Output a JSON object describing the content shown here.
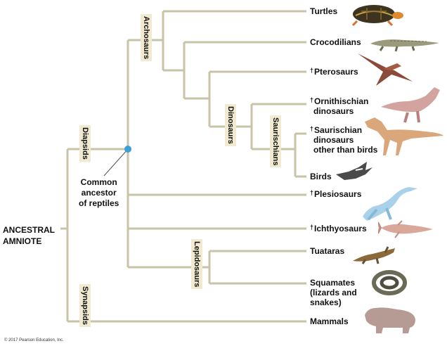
{
  "root_label": [
    "ANCESTRAL",
    "AMNIOTE"
  ],
  "clades": {
    "archosaurs": "Archosaurs",
    "dinosaurs": "Dinosaurs",
    "saurischians": "Saurischians",
    "diapsids": "Diapsids",
    "lepidosaurs": "Lepidosaurs",
    "synapsids": "Synapsids"
  },
  "callout": [
    "Common",
    "ancestor",
    "of reptiles"
  ],
  "taxa": {
    "turtles": [
      "Turtles"
    ],
    "crocodilians": [
      "Crocodilians"
    ],
    "pterosaurs": [
      "Pterosaurs"
    ],
    "ornithischian": [
      "Ornithischian",
      "dinosaurs"
    ],
    "saurischian": [
      "Saurischian",
      "dinosaurs",
      "other than birds"
    ],
    "birds": [
      "Birds"
    ],
    "plesiosaurs": [
      "Plesiosaurs"
    ],
    "ichthyosaurs": [
      "Ichthyosaurs"
    ],
    "tuataras": [
      "Tuataras"
    ],
    "squamates": [
      "Squamates",
      "(lizards and",
      "snakes)"
    ],
    "mammals": [
      "Mammals"
    ]
  },
  "extinct_marker": "†",
  "copyright": "© 2017 Pearson Education, Inc.",
  "colors": {
    "branch": "#c9c3a8",
    "node": "#3a9fd6",
    "clade_bg": "#f1ead0"
  }
}
